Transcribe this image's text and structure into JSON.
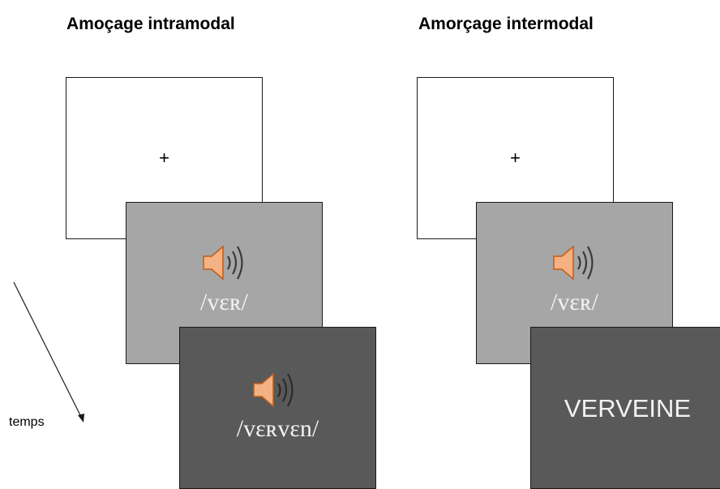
{
  "left_panel": {
    "title": "Amoçage intramodal",
    "fixation": "+",
    "prime": {
      "icon": "speaker-icon",
      "ipa": "/vɛʀ/"
    },
    "target": {
      "icon": "speaker-icon",
      "ipa": "/vɛʀvɛn/"
    }
  },
  "right_panel": {
    "title": "Amorçage intermodal",
    "fixation": "+",
    "prime": {
      "icon": "speaker-icon",
      "ipa": "/vɛʀ/"
    },
    "target": {
      "word": "VERVEINE"
    }
  },
  "time_axis": {
    "label": "temps"
  },
  "colors": {
    "blank_screen": "#ffffff",
    "prime_screen": "#a6a6a6",
    "target_screen": "#595959",
    "speaker": "#f4b183",
    "text_on_screen": "#f2f2f2"
  }
}
